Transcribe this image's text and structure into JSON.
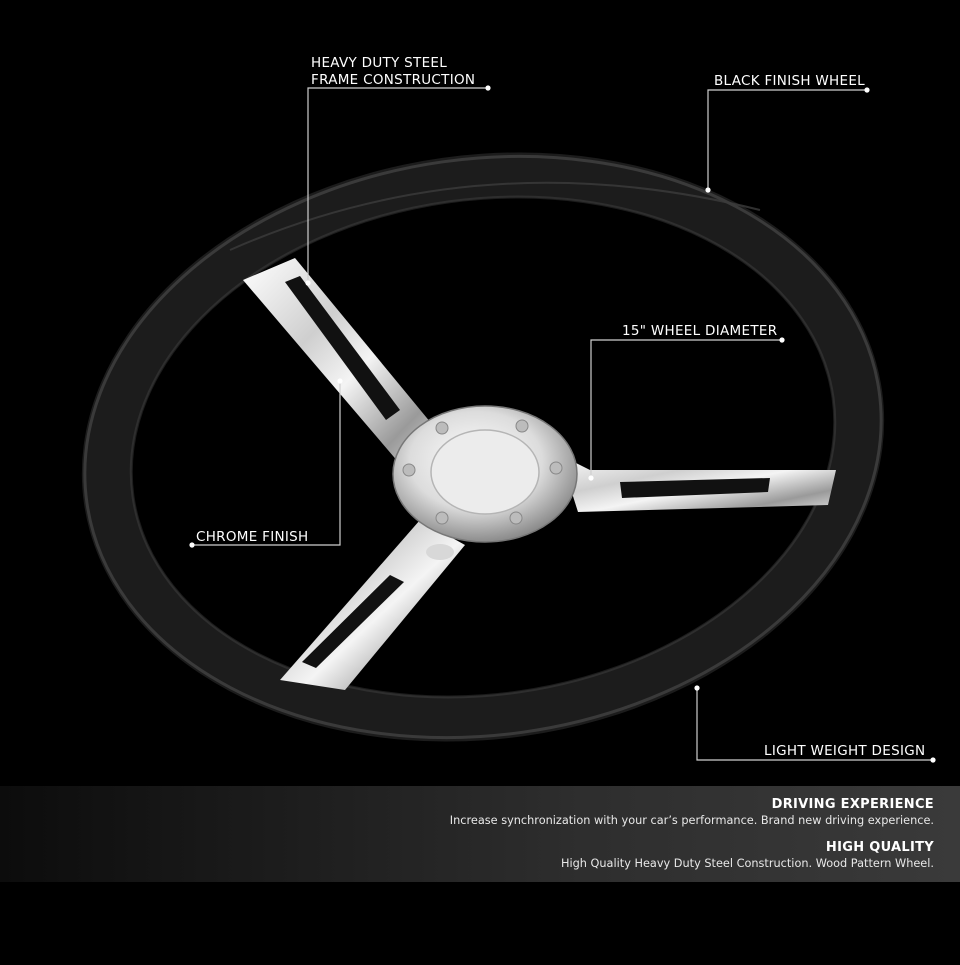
{
  "callouts": {
    "frame_line1": "HEAVY DUTY STEEL",
    "frame_line2": "FRAME CONSTRUCTION",
    "black_finish": "BLACK FINISH WHEEL",
    "diameter": "15\" WHEEL DIAMETER",
    "chrome": "CHROME FINISH",
    "light_weight": "LIGHT WEIGHT DESIGN"
  },
  "features": [
    {
      "title": "DRIVING EXPERIENCE",
      "desc": "Increase synchronization with your car’s performance. Brand new driving experience."
    },
    {
      "title": "HIGH QUALITY",
      "desc": "High Quality Heavy Duty Steel Construction. Wood Pattern Wheel."
    }
  ],
  "colors": {
    "background": "#000000",
    "rim": "#1a1a1a",
    "chrome": "#e6e6e6",
    "band": "#3a3a3a"
  }
}
